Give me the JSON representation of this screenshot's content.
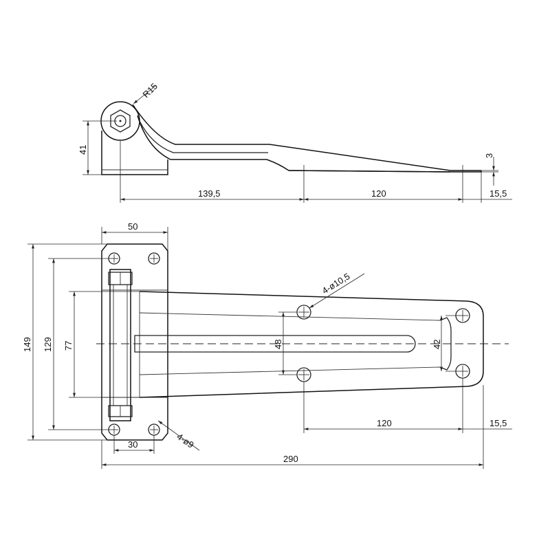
{
  "side_view": {
    "dims": {
      "radius": "R15",
      "height": "41",
      "len_a": "139,5",
      "len_b": "120",
      "offset": "15,5",
      "thickness": "3"
    }
  },
  "top_view": {
    "dims": {
      "width_leaf": "50",
      "height_total": "149",
      "height_holes": "129",
      "height_plate": "77",
      "slot_span": "48",
      "slot_width": "42",
      "holes_big": "4-ø10,5",
      "hole_spacing": "30",
      "holes_small": "4-ø9",
      "len_b": "120",
      "offset": "15,5",
      "total_length": "290"
    }
  }
}
